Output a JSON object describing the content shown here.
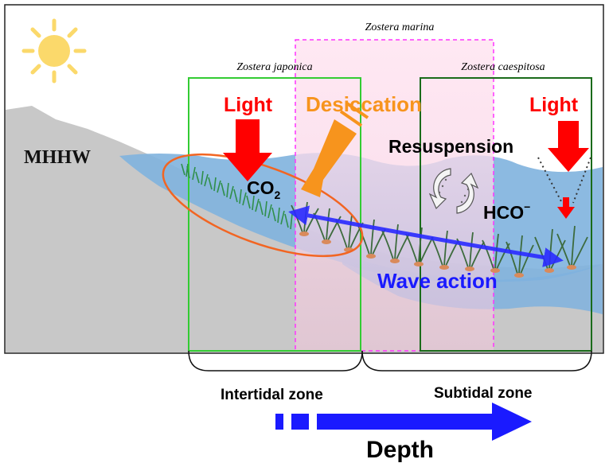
{
  "species": {
    "marina": "Zostera marina",
    "japonica": "Zostera japonica",
    "caespitosa": "Zostera caespitosa"
  },
  "labels": {
    "mhhw": "MHHW",
    "light_left": "Light",
    "light_right": "Light",
    "desiccation": "Desiccation",
    "resuspension": "Resuspension",
    "co2_main": "CO",
    "co2_sub": "2",
    "hco": "HCO",
    "hco_sup": "−",
    "wave_action": "Wave action"
  },
  "zones": {
    "intertidal": "Intertidal zone",
    "subtidal": "Subtidal zone"
  },
  "depth_label": "Depth",
  "colors": {
    "sky": "#ffffff",
    "land": "#c8c8c8",
    "water": "#7fb2de",
    "marina_box": "#ff33ff",
    "japonica_box": "#33cc33",
    "caespitosa_box": "#1a6b1a",
    "light_arrow": "#ff0000",
    "desiccation": "#f7941d",
    "wave": "#2a2aff",
    "depth_arrow": "#1a1aff",
    "sun": "#fbd96b"
  }
}
